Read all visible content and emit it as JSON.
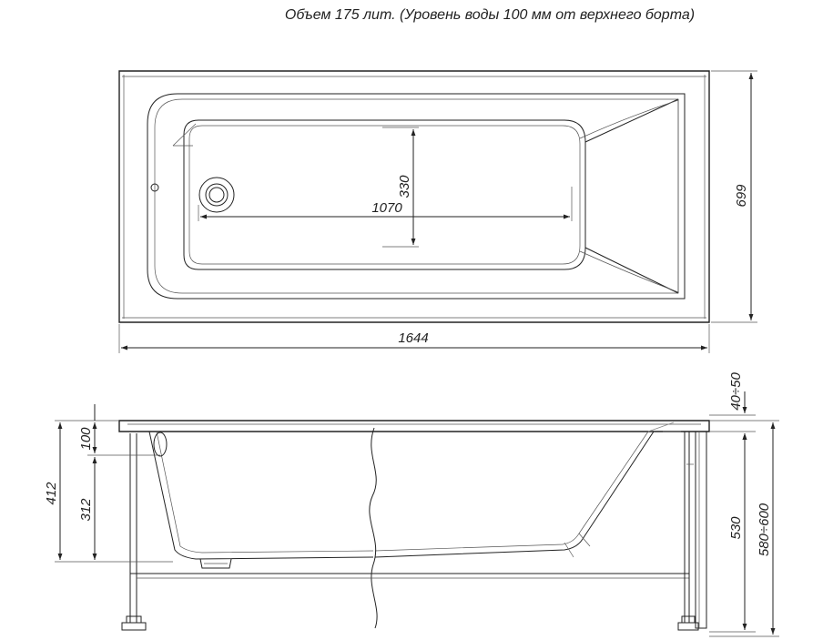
{
  "title": "Объем 175 лит. (Уровень воды 100 мм от верхнего борта)",
  "top_view": {
    "length": "1644",
    "width": "699",
    "inner_length": "1070",
    "inner_width": "330"
  },
  "side_view": {
    "rim_gap": "40÷50",
    "water_depth": "100",
    "depth_below_water": "312",
    "total_depth": "412",
    "panel_height": "530",
    "overall_height": "580÷600"
  }
}
